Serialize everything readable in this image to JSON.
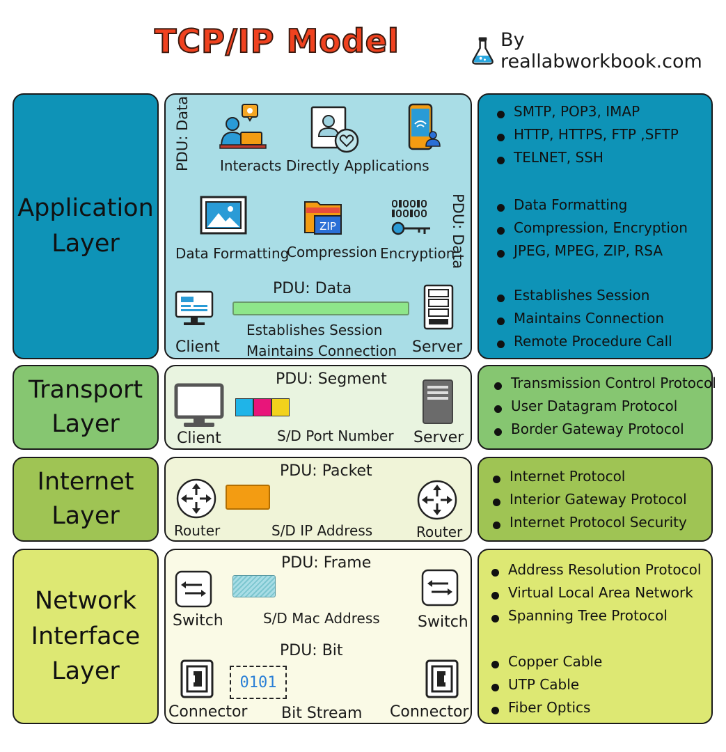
{
  "header": {
    "title": "TCP/IP Model",
    "byline": "By reallabworkbook.com"
  },
  "colors": {
    "application": "#0e93b7",
    "application_mid": "#a9dde6",
    "transport": "#86c671",
    "transport_mid": "#e9f4e0",
    "internet": "#9fc454",
    "internet_mid": "#f0f4d8",
    "network_interface": "#dde873",
    "network_interface_mid": "#fafae6",
    "title": "#f0421f"
  },
  "application": {
    "name_lines": [
      "Application",
      "Layer"
    ],
    "pdu_data_1": "PDU: Data",
    "interacts": "Interacts Directly Applications",
    "data_formatting": "Data Formatting",
    "compression": "Compression",
    "encryption": "Encryption",
    "pdu_data_2": "PDU: Data",
    "pdu_data_3": "PDU: Data",
    "zip_label": "ZIP",
    "client": "Client",
    "server": "Server",
    "establishes": "Establishes Session",
    "maintains": "Maintains Connection",
    "protocols": [
      "SMTP, POP3, IMAP",
      "HTTP, HTTPS, FTP ,SFTP",
      "TELNET, SSH",
      "Data Formatting",
      "Compression, Encryption",
      "JPEG, MPEG, ZIP, RSA",
      "Establishes Session",
      "Maintains Connection",
      "Remote Procedure Call"
    ]
  },
  "transport": {
    "name_lines": [
      "Transport",
      "Layer"
    ],
    "pdu": "PDU: Segment",
    "client": "Client",
    "server": "Server",
    "port": "S/D Port Number",
    "protocols": [
      "Transmission Control Protocol",
      "User Datagram Protocol",
      "Border Gateway Protocol"
    ]
  },
  "internet": {
    "name_lines": [
      "Internet",
      "Layer"
    ],
    "pdu": "PDU: Packet",
    "router_left": "Router",
    "router_right": "Router",
    "ip": "S/D IP Address",
    "protocols": [
      "Internet Protocol",
      "Interior Gateway Protocol",
      "Internet Protocol Security"
    ]
  },
  "network_interface": {
    "name_lines": [
      "Network",
      "Interface",
      "Layer"
    ],
    "pdu_frame": "PDU: Frame",
    "switch_left": "Switch",
    "switch_right": "Switch",
    "mac": "S/D Mac Address",
    "pdu_bit": "PDU: Bit",
    "bits": "0101",
    "connector_left": "Connector",
    "connector_right": "Connector",
    "bit_stream": "Bit Stream",
    "protocols": [
      "Address Resolution Protocol",
      "Virtual Local Area Network",
      "Spanning Tree Protocol",
      "Copper Cable",
      "UTP Cable",
      "Fiber Optics"
    ]
  }
}
